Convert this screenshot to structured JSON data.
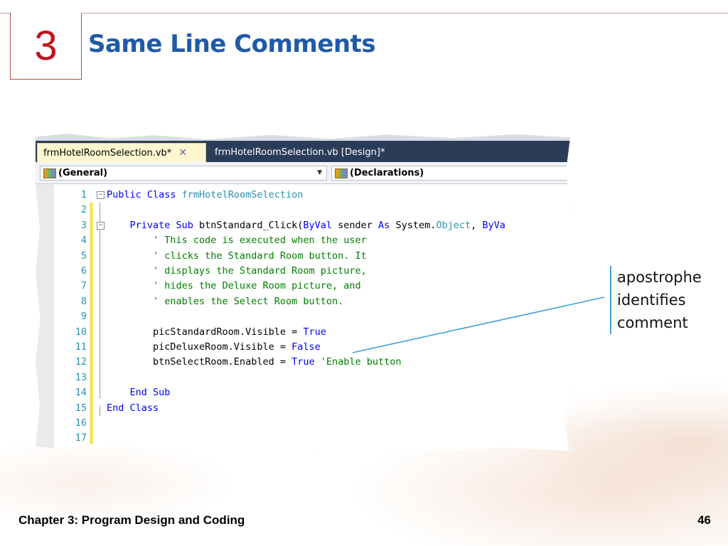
{
  "slide": {
    "number": "3",
    "title": "Same Line Comments",
    "footer_left": "Chapter 3: Program Design and Coding",
    "page_number": "46"
  },
  "ide": {
    "tabs": [
      {
        "label": "frmHotelRoomSelection.vb*",
        "close": "✕"
      },
      {
        "label": "frmHotelRoomSelection.vb [Design]*"
      }
    ],
    "left_combo": "(General)",
    "right_combo": "(Declarations)",
    "code_lines": [
      {
        "n": "1",
        "segs": [
          {
            "t": "Public Class ",
            "c": "kw"
          },
          {
            "t": "frmHotelRoomSelection",
            "c": "ty"
          }
        ]
      },
      {
        "n": "2",
        "segs": []
      },
      {
        "n": "3",
        "segs": [
          {
            "t": "    Private Sub ",
            "c": "kw"
          },
          {
            "t": "btnStandard_Click(",
            "c": "tx"
          },
          {
            "t": "ByVal ",
            "c": "kw"
          },
          {
            "t": "sender ",
            "c": "tx"
          },
          {
            "t": "As ",
            "c": "kw"
          },
          {
            "t": "System.",
            "c": "tx"
          },
          {
            "t": "Object",
            "c": "ty"
          },
          {
            "t": ", ",
            "c": "tx"
          },
          {
            "t": "ByVa",
            "c": "kw"
          }
        ]
      },
      {
        "n": "4",
        "segs": [
          {
            "t": "        ' This code is executed when the user",
            "c": "cm"
          }
        ]
      },
      {
        "n": "5",
        "segs": [
          {
            "t": "        ' clicks the Standard Room button. It",
            "c": "cm"
          }
        ]
      },
      {
        "n": "6",
        "segs": [
          {
            "t": "        ' displays the Standard Room picture,",
            "c": "cm"
          }
        ]
      },
      {
        "n": "7",
        "segs": [
          {
            "t": "        ' hides the Deluxe Room picture, and",
            "c": "cm"
          }
        ]
      },
      {
        "n": "8",
        "segs": [
          {
            "t": "        ' enables the Select Room button.",
            "c": "cm"
          }
        ]
      },
      {
        "n": "9",
        "segs": []
      },
      {
        "n": "10",
        "segs": [
          {
            "t": "        picStandardRoom.Visible = ",
            "c": "tx"
          },
          {
            "t": "True",
            "c": "kw"
          }
        ]
      },
      {
        "n": "11",
        "segs": [
          {
            "t": "        picDeluxeRoom.Visible = ",
            "c": "tx"
          },
          {
            "t": "False",
            "c": "kw"
          }
        ]
      },
      {
        "n": "12",
        "segs": [
          {
            "t": "        btnSelectRoom.Enabled = ",
            "c": "tx"
          },
          {
            "t": "True ",
            "c": "kw"
          },
          {
            "t": "'Enable button",
            "c": "cm"
          }
        ]
      },
      {
        "n": "13",
        "segs": []
      },
      {
        "n": "14",
        "segs": [
          {
            "t": "    End Sub",
            "c": "kw"
          }
        ]
      },
      {
        "n": "15",
        "segs": [
          {
            "t": "End Class",
            "c": "kw"
          }
        ]
      },
      {
        "n": "16",
        "segs": []
      },
      {
        "n": "17",
        "segs": []
      }
    ]
  },
  "callout": {
    "lines": [
      "apostrophe",
      "identifies",
      "comment"
    ],
    "line_color": "#3fa2d8"
  },
  "colors": {
    "title": "#1f5aa8",
    "number": "#c0141b",
    "keyword": "#0000ff",
    "comment": "#008000",
    "type": "#2b91af"
  }
}
